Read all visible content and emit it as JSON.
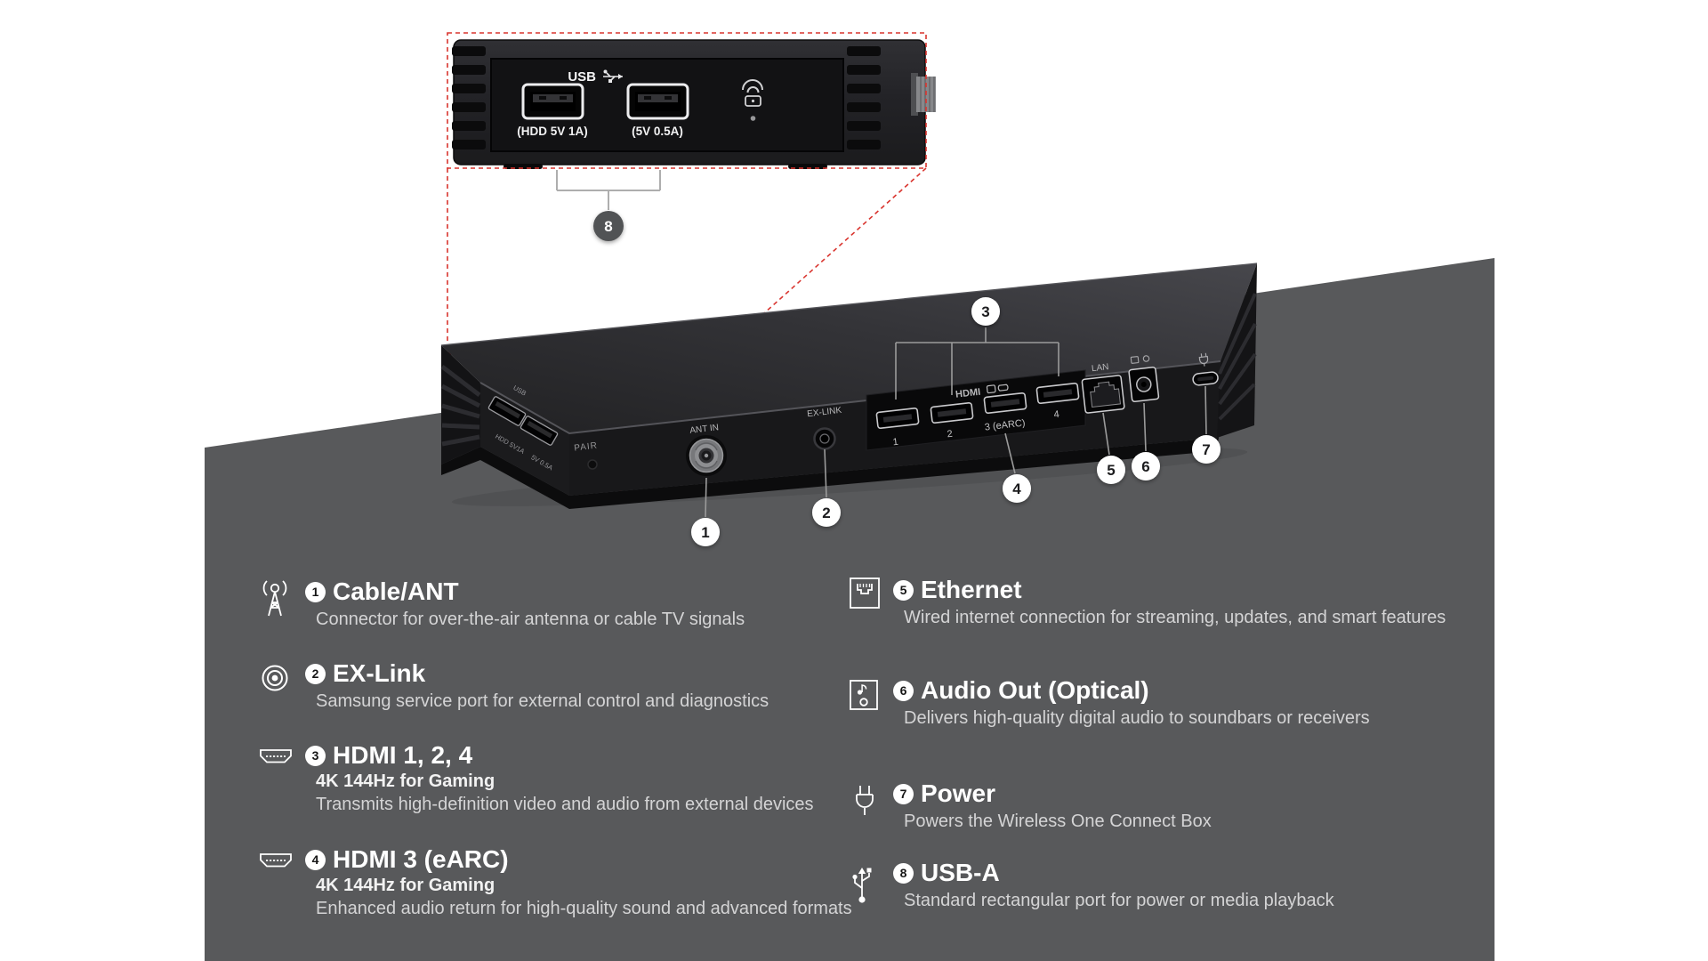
{
  "colors": {
    "canvas": "#ffffff",
    "panel_gray": "#58595b",
    "zoom_outline_red": "#d9352f",
    "callout_line_gray": "#9b9b9b",
    "callout_dark_circle": "#515254"
  },
  "inset": {
    "usb_group_label": "USB",
    "port1_label": "(HDD 5V 1A)",
    "port2_label": "(5V 0.5A)",
    "callout_number": "8"
  },
  "device": {
    "pair_label": "PAIR",
    "usb_side": {
      "top_label": "USB",
      "port1_label": "HDD 5V1A",
      "port2_label": "5V 0.5A"
    },
    "ant_label": "ANT IN",
    "exlink_label": "EX-LINK",
    "hdmi_group_label": "HDMI",
    "hdmi_ports": [
      "1",
      "2",
      "3 (eARC)",
      "4"
    ],
    "lan_label": "LAN",
    "callouts": {
      "c1": "1",
      "c2": "2",
      "c3": "3",
      "c4": "4",
      "c5": "5",
      "c6": "6",
      "c7": "7"
    }
  },
  "legend": {
    "items": [
      {
        "num": "1",
        "title": "Cable/ANT",
        "desc": "Connector for over-the-air antenna or cable TV signals"
      },
      {
        "num": "2",
        "title": "EX-Link",
        "desc": "Samsung service port for external control and diagnostics"
      },
      {
        "num": "3",
        "title": "HDMI 1, 2, 4",
        "subtitle": "4K 144Hz for Gaming",
        "desc": "Transmits high-definition video and audio from external devices"
      },
      {
        "num": "4",
        "title": "HDMI 3 (eARC)",
        "subtitle": "4K 144Hz for Gaming",
        "desc": "Enhanced audio return for high-quality sound and advanced formats"
      },
      {
        "num": "5",
        "title": "Ethernet",
        "desc": "Wired internet connection for streaming, updates, and smart features"
      },
      {
        "num": "6",
        "title": "Audio Out (Optical)",
        "desc": "Delivers high-quality digital audio to soundbars or receivers"
      },
      {
        "num": "7",
        "title": "Power",
        "desc": "Powers the Wireless One Connect Box"
      },
      {
        "num": "8",
        "title": "USB-A",
        "desc": "Standard rectangular port for power or media playback"
      }
    ]
  }
}
